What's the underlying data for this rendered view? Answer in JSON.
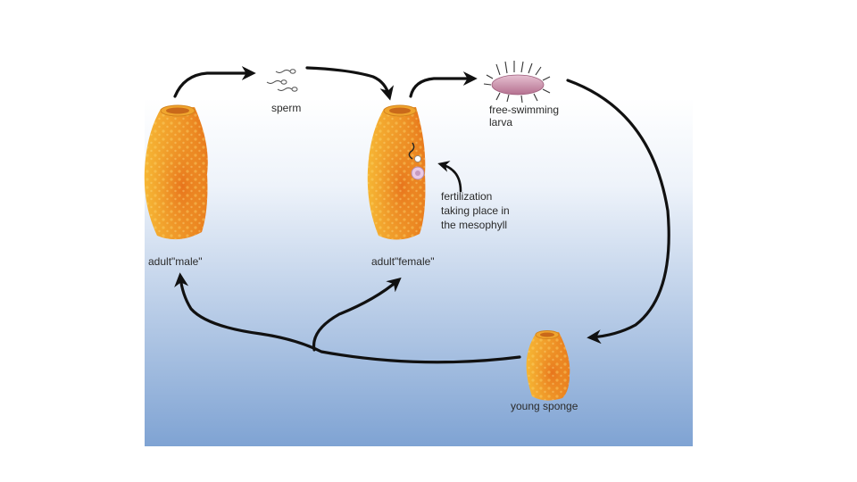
{
  "colors": {
    "gradient_top": "#ffffff",
    "gradient_bottom": "#7fa3d3",
    "sponge_light": "#f7c23a",
    "sponge_dark": "#e8791b",
    "larva": "#c98aa6",
    "arrow": "#111111"
  },
  "labels": {
    "sperm": "sperm",
    "larva_line1": "free-swimming",
    "larva_line2": "larva",
    "fert_line1": "fertilization",
    "fert_line2": "taking place in",
    "fert_line3": "the mesophyll",
    "adult_male": "adult\"male\"",
    "adult_female": "adult\"female\"",
    "young_sponge": "young sponge"
  },
  "stages": [
    {
      "id": "adult-male",
      "icon": "sponge-icon"
    },
    {
      "id": "sperm",
      "icon": "sperm-icon"
    },
    {
      "id": "adult-female",
      "icon": "sponge-icon"
    },
    {
      "id": "free-swimming-larva",
      "icon": "larva-icon"
    },
    {
      "id": "young-sponge",
      "icon": "sponge-icon"
    }
  ]
}
